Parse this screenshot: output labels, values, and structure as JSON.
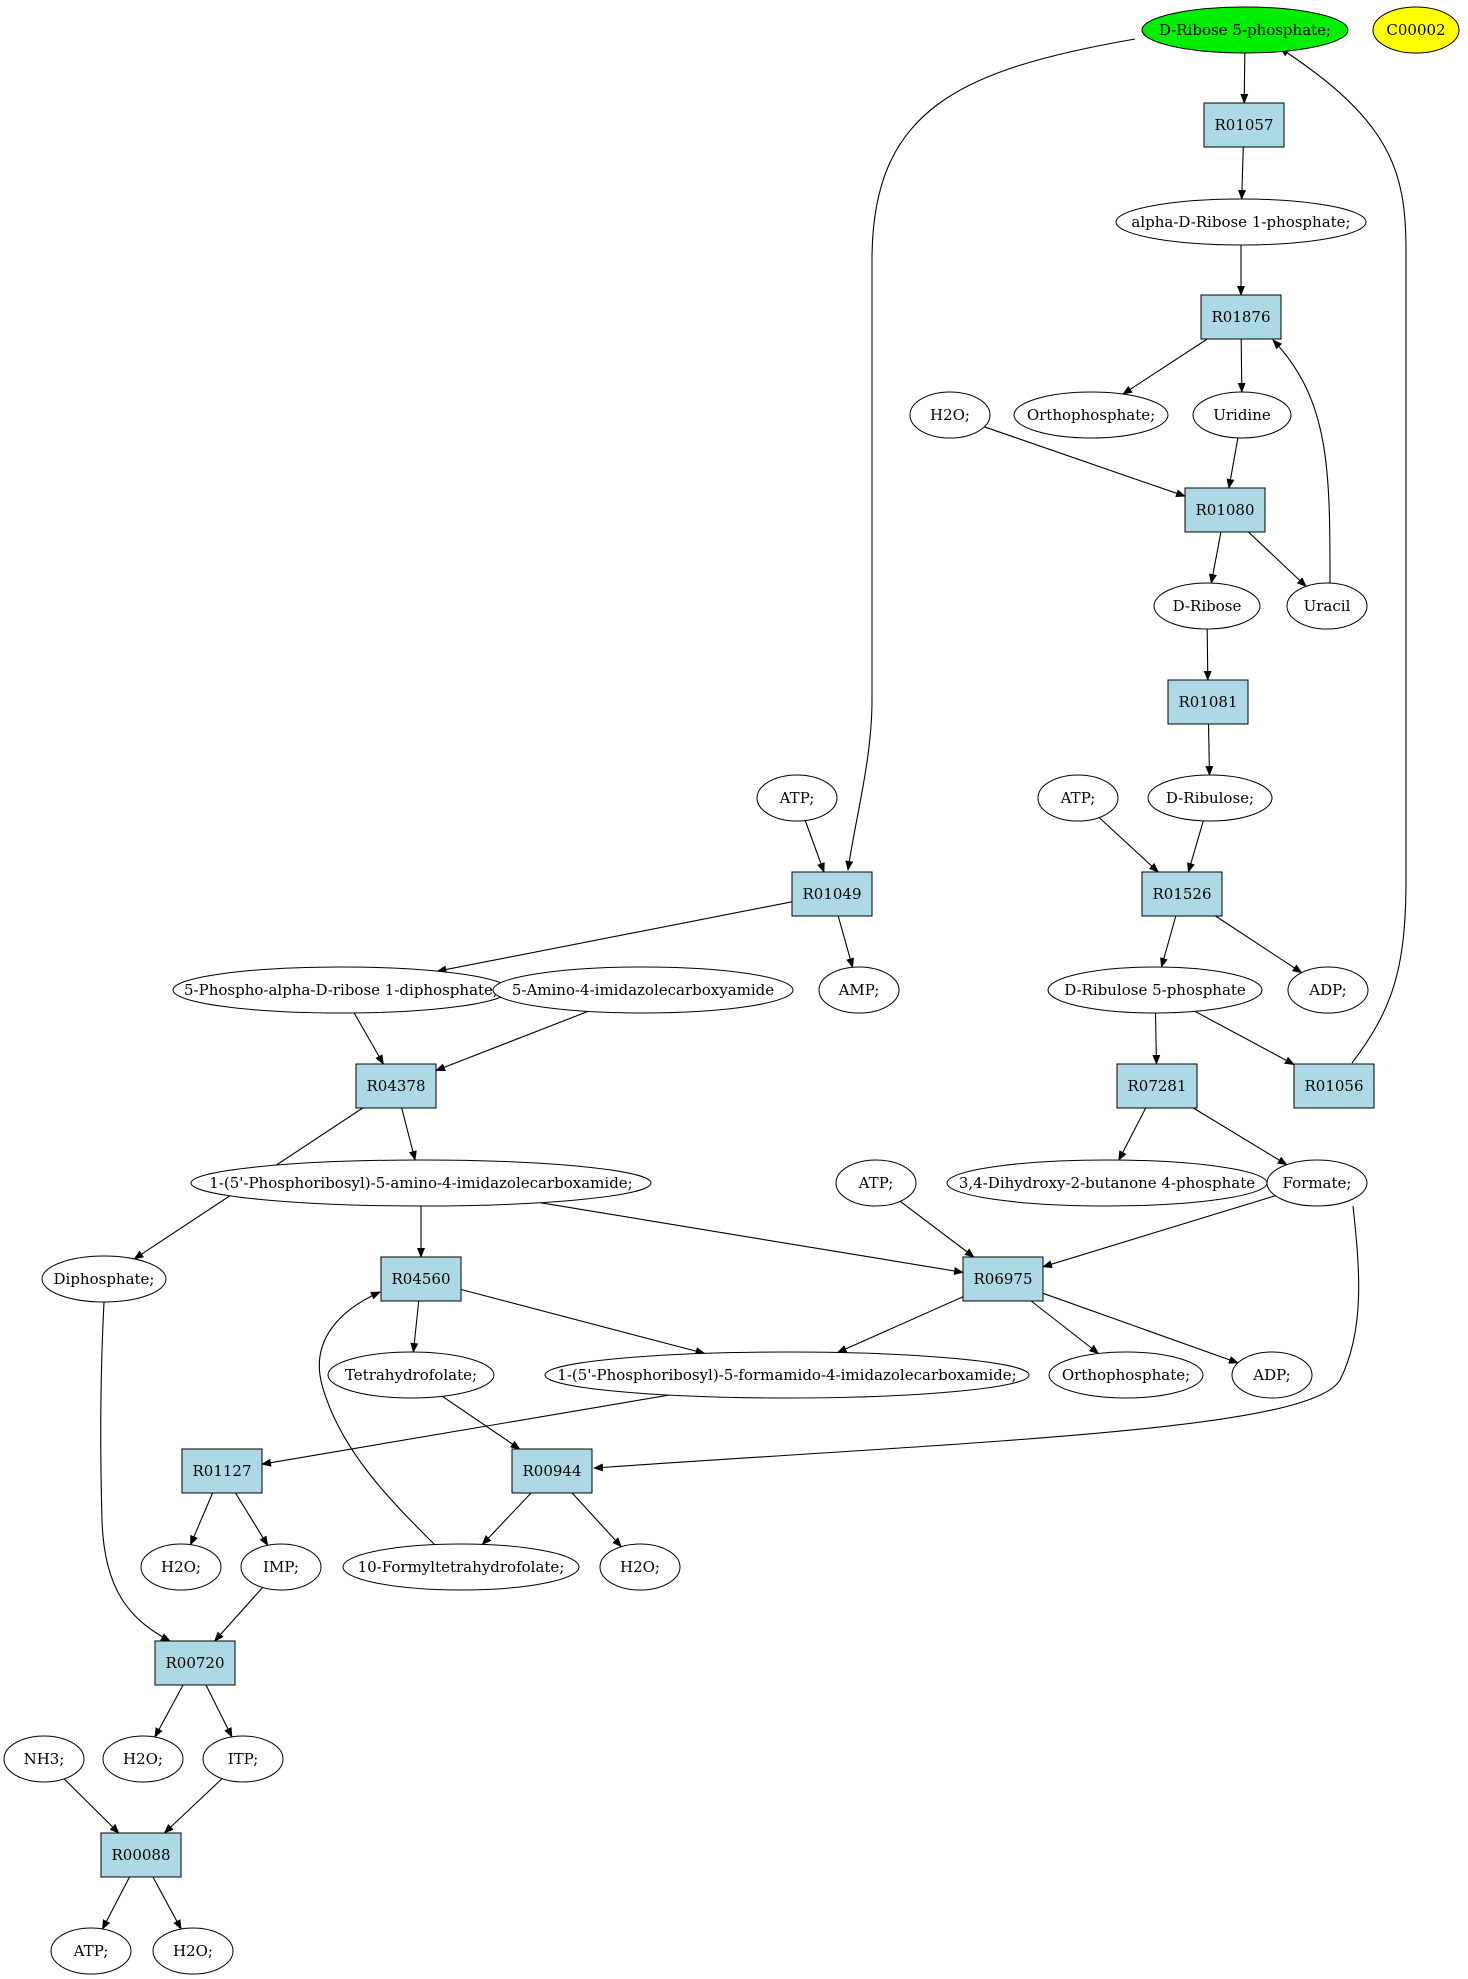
{
  "colors": {
    "reaction_fill": "#add8e6",
    "compound_fill": "#ffffff",
    "start_fill": "#00ee00",
    "marker_fill": "#ffff00",
    "stroke": "#000000"
  },
  "nodes": [
    {
      "id": "d_ribose_5p",
      "type": "compound",
      "style": "start",
      "label": "D-Ribose 5-phosphate;"
    },
    {
      "id": "c00002",
      "type": "compound",
      "style": "marker",
      "label": "C00002"
    },
    {
      "id": "r01057",
      "type": "reaction",
      "label": "R01057"
    },
    {
      "id": "a_d_ribose_1p",
      "type": "compound",
      "label": "alpha-D-Ribose 1-phosphate;"
    },
    {
      "id": "r01876",
      "type": "reaction",
      "label": "R01876"
    },
    {
      "id": "h2o_1",
      "type": "compound",
      "label": "H2O;"
    },
    {
      "id": "orthophosphate_1",
      "type": "compound",
      "label": "Orthophosphate;"
    },
    {
      "id": "uridine",
      "type": "compound",
      "label": "Uridine"
    },
    {
      "id": "r01080",
      "type": "reaction",
      "label": "R01080"
    },
    {
      "id": "d_ribose",
      "type": "compound",
      "label": "D-Ribose"
    },
    {
      "id": "uracil",
      "type": "compound",
      "label": "Uracil"
    },
    {
      "id": "r01081",
      "type": "reaction",
      "label": "R01081"
    },
    {
      "id": "atp_1",
      "type": "compound",
      "label": "ATP;"
    },
    {
      "id": "atp_2",
      "type": "compound",
      "label": "ATP;"
    },
    {
      "id": "d_ribulose",
      "type": "compound",
      "label": "D-Ribulose;"
    },
    {
      "id": "r01049",
      "type": "reaction",
      "label": "R01049"
    },
    {
      "id": "r01526",
      "type": "reaction",
      "label": "R01526"
    },
    {
      "id": "prpp",
      "type": "compound",
      "label": "5-Phospho-alpha-D-ribose 1-diphosphate;"
    },
    {
      "id": "aica",
      "type": "compound",
      "label": "5-Amino-4-imidazolecarboxyamide"
    },
    {
      "id": "amp",
      "type": "compound",
      "label": "AMP;"
    },
    {
      "id": "d_ribulose_5p",
      "type": "compound",
      "label": "D-Ribulose 5-phosphate"
    },
    {
      "id": "adp_1",
      "type": "compound",
      "label": "ADP;"
    },
    {
      "id": "r04378",
      "type": "reaction",
      "label": "R04378"
    },
    {
      "id": "r07281",
      "type": "reaction",
      "label": "R07281"
    },
    {
      "id": "r01056",
      "type": "reaction",
      "label": "R01056"
    },
    {
      "id": "aicar",
      "type": "compound",
      "label": "1-(5'-Phosphoribosyl)-5-amino-4-imidazolecarboxamide;"
    },
    {
      "id": "atp_3",
      "type": "compound",
      "label": "ATP;"
    },
    {
      "id": "dhbp",
      "type": "compound",
      "label": "3,4-Dihydroxy-2-butanone 4-phosphate"
    },
    {
      "id": "formate",
      "type": "compound",
      "label": "Formate;"
    },
    {
      "id": "diphosphate",
      "type": "compound",
      "label": "Diphosphate;"
    },
    {
      "id": "r04560",
      "type": "reaction",
      "label": "R04560"
    },
    {
      "id": "r06975",
      "type": "reaction",
      "label": "R06975"
    },
    {
      "id": "thf",
      "type": "compound",
      "label": "Tetrahydrofolate;"
    },
    {
      "id": "faicar",
      "type": "compound",
      "label": "1-(5'-Phosphoribosyl)-5-formamido-4-imidazolecarboxamide;"
    },
    {
      "id": "orthophosphate_2",
      "type": "compound",
      "label": "Orthophosphate;"
    },
    {
      "id": "adp_2",
      "type": "compound",
      "label": "ADP;"
    },
    {
      "id": "r01127",
      "type": "reaction",
      "label": "R01127"
    },
    {
      "id": "r00944",
      "type": "reaction",
      "label": "R00944"
    },
    {
      "id": "h2o_2",
      "type": "compound",
      "label": "H2O;"
    },
    {
      "id": "imp",
      "type": "compound",
      "label": "IMP;"
    },
    {
      "id": "formyl_thf",
      "type": "compound",
      "label": "10-Formyltetrahydrofolate;"
    },
    {
      "id": "h2o_3",
      "type": "compound",
      "label": "H2O;"
    },
    {
      "id": "r00720",
      "type": "reaction",
      "label": "R00720"
    },
    {
      "id": "nh3",
      "type": "compound",
      "label": "NH3;"
    },
    {
      "id": "h2o_4",
      "type": "compound",
      "label": "H2O;"
    },
    {
      "id": "itp",
      "type": "compound",
      "label": "ITP;"
    },
    {
      "id": "r00088",
      "type": "reaction",
      "label": "R00088"
    },
    {
      "id": "atp_4",
      "type": "compound",
      "label": "ATP;"
    },
    {
      "id": "h2o_5",
      "type": "compound",
      "label": "H2O;"
    }
  ],
  "edges": [
    {
      "from": "d_ribose_5p",
      "to": "r01057"
    },
    {
      "from": "d_ribose_5p",
      "to": "r01049"
    },
    {
      "from": "r01057",
      "to": "a_d_ribose_1p"
    },
    {
      "from": "a_d_ribose_1p",
      "to": "r01876"
    },
    {
      "from": "r01876",
      "to": "orthophosphate_1"
    },
    {
      "from": "r01876",
      "to": "uridine"
    },
    {
      "from": "h2o_1",
      "to": "r01080"
    },
    {
      "from": "uridine",
      "to": "r01080"
    },
    {
      "from": "r01080",
      "to": "d_ribose"
    },
    {
      "from": "r01080",
      "to": "uracil"
    },
    {
      "from": "uracil",
      "to": "r01876"
    },
    {
      "from": "d_ribose",
      "to": "r01081"
    },
    {
      "from": "r01081",
      "to": "d_ribulose"
    },
    {
      "from": "atp_1",
      "to": "r01049"
    },
    {
      "from": "r01049",
      "to": "prpp"
    },
    {
      "from": "r01049",
      "to": "amp"
    },
    {
      "from": "atp_2",
      "to": "r01526"
    },
    {
      "from": "d_ribulose",
      "to": "r01526"
    },
    {
      "from": "r01526",
      "to": "d_ribulose_5p"
    },
    {
      "from": "r01526",
      "to": "adp_1"
    },
    {
      "from": "prpp",
      "to": "r04378"
    },
    {
      "from": "aica",
      "to": "r04378"
    },
    {
      "from": "d_ribulose_5p",
      "to": "r07281"
    },
    {
      "from": "d_ribulose_5p",
      "to": "r01056"
    },
    {
      "from": "r01056",
      "to": "d_ribose_5p"
    },
    {
      "from": "r04378",
      "to": "aicar"
    },
    {
      "from": "r04378",
      "to": "diphosphate"
    },
    {
      "from": "r07281",
      "to": "dhbp"
    },
    {
      "from": "r07281",
      "to": "formate"
    },
    {
      "from": "aicar",
      "to": "r04560"
    },
    {
      "from": "aicar",
      "to": "r06975"
    },
    {
      "from": "atp_3",
      "to": "r06975"
    },
    {
      "from": "formate",
      "to": "r06975"
    },
    {
      "from": "formate",
      "to": "r00944"
    },
    {
      "from": "r04560",
      "to": "thf"
    },
    {
      "from": "r04560",
      "to": "faicar"
    },
    {
      "from": "r06975",
      "to": "faicar"
    },
    {
      "from": "r06975",
      "to": "orthophosphate_2"
    },
    {
      "from": "r06975",
      "to": "adp_2"
    },
    {
      "from": "faicar",
      "to": "r01127"
    },
    {
      "from": "thf",
      "to": "r00944"
    },
    {
      "from": "r00944",
      "to": "formyl_thf"
    },
    {
      "from": "r00944",
      "to": "h2o_3"
    },
    {
      "from": "formyl_thf",
      "to": "r04560"
    },
    {
      "from": "r01127",
      "to": "h2o_2"
    },
    {
      "from": "r01127",
      "to": "imp"
    },
    {
      "from": "imp",
      "to": "r00720"
    },
    {
      "from": "diphosphate",
      "to": "r00720"
    },
    {
      "from": "r00720",
      "to": "h2o_4"
    },
    {
      "from": "r00720",
      "to": "itp"
    },
    {
      "from": "nh3",
      "to": "r00088"
    },
    {
      "from": "itp",
      "to": "r00088"
    },
    {
      "from": "r00088",
      "to": "atp_4"
    },
    {
      "from": "r00088",
      "to": "h2o_5"
    }
  ]
}
